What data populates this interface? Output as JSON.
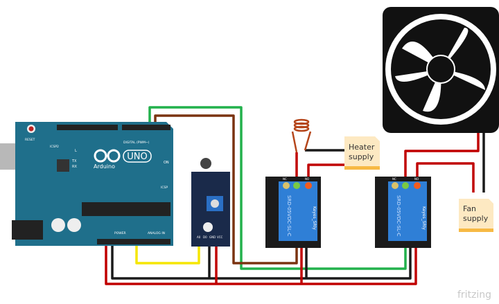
{
  "arduino": {
    "logo": "UNO",
    "brand": "Arduino",
    "reset": "RESET",
    "icsp2": "ICSP2",
    "icsp": "ICSP",
    "digital": "DIGITAL (PWM~)",
    "power": "POWER",
    "analog": "ANALOG IN",
    "led_l": "L",
    "led_tx": "TX",
    "led_rx": "RX",
    "led_on": "ON"
  },
  "sensor": {
    "pins": [
      "A0",
      "D0",
      "GND",
      "VCC"
    ]
  },
  "relays": [
    {
      "model": "SRD-05VDC-SL-C",
      "brand": "Keyes_SRly",
      "nc": "NC",
      "no": "NO"
    },
    {
      "model": "SRD-05VDC-SL-C",
      "brand": "Keyes_SRly",
      "nc": "NC",
      "no": "NO"
    }
  ],
  "notes": {
    "heater": [
      "Heater",
      "supply"
    ],
    "fan": [
      "Fan",
      "supply"
    ]
  },
  "watermark": "fritzing",
  "colors": {
    "board": "#1f6f8b",
    "wire_red": "#c00000",
    "wire_green": "#22b14c",
    "wire_brown": "#7a3310",
    "wire_yellow": "#f5e600",
    "wire_black": "#1a1a1a",
    "note": "#fde9c2"
  }
}
